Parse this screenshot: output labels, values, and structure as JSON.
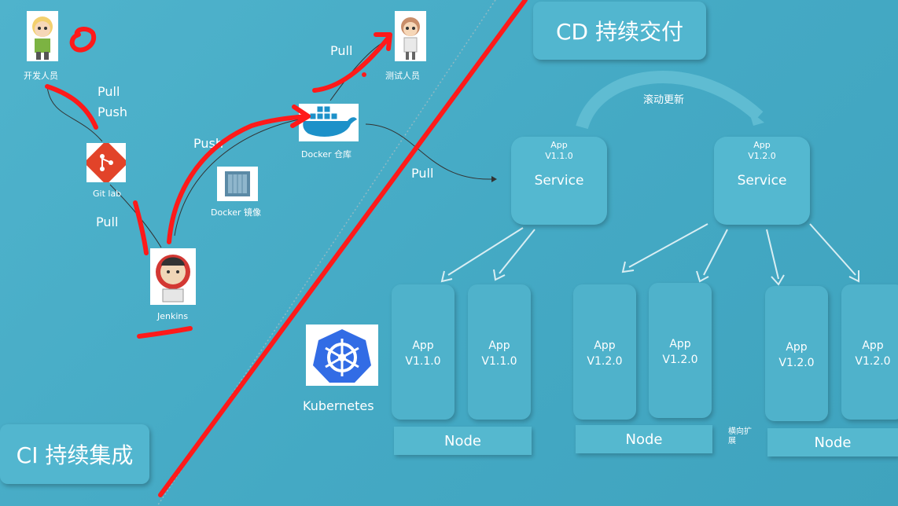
{
  "ci_title": "CI 持续集成",
  "cd_title": "CD 持续交付",
  "developer_label": "开发人员",
  "tester_label": "测试人员",
  "gitlab_label": "Git lab",
  "jenkins_label": "Jenkins",
  "docker_image_label": "Docker 镜像",
  "docker_repo_label": "Docker 仓库",
  "kubernetes_label": "Kubernetes",
  "rolling_update_label": "滚动更新",
  "scale_label": "横向扩展",
  "arrows": {
    "pull_dev": "Pull",
    "push_dev": "Push",
    "pull_jenkins": "Pull",
    "push_jenkins": "Push",
    "pull_tester": "Pull",
    "pull_k8s": "Pull"
  },
  "services": [
    {
      "app": "App",
      "version": "V1.1.0",
      "name": "Service"
    },
    {
      "app": "App",
      "version": "V1.2.0",
      "name": "Service"
    }
  ],
  "pods": [
    {
      "app": "App",
      "version": "V1.1.0"
    },
    {
      "app": "App",
      "version": "V1.1.0"
    },
    {
      "app": "App",
      "version": "V1.2.0"
    },
    {
      "app": "App",
      "version": "V1.2.0"
    },
    {
      "app": "App",
      "version": "V1.2.0"
    },
    {
      "app": "App",
      "version": "V1.2.0"
    }
  ],
  "nodes": [
    "Node",
    "Node",
    "Node"
  ],
  "colors": {
    "background": "#49aec8",
    "annotation": "#ff1a1a",
    "box": "#54b8d0"
  }
}
